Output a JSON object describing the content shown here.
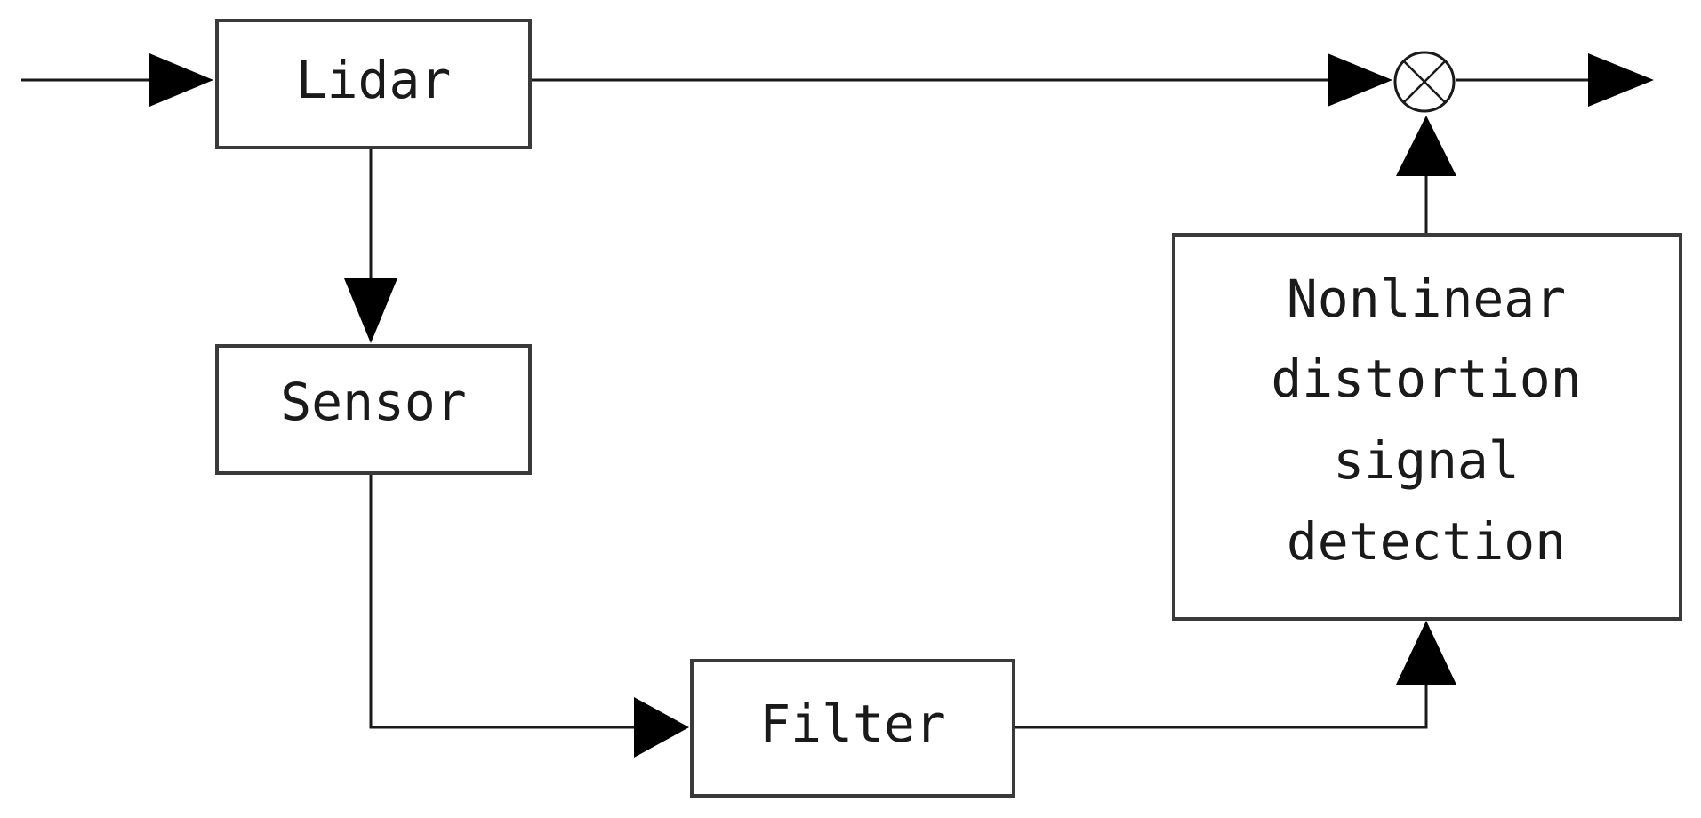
{
  "diagram": {
    "blocks": {
      "lidar": {
        "label": "Lidar"
      },
      "sensor": {
        "label": "Sensor"
      },
      "filter": {
        "label": "Filter"
      },
      "detection": {
        "lines": [
          "Nonlinear",
          "distortion",
          "signal",
          "detection"
        ]
      }
    },
    "mixer": {
      "symbol": "multiplier-cross-circle"
    },
    "connections": [
      {
        "from": "input",
        "to": "lidar"
      },
      {
        "from": "lidar",
        "to": "mixer"
      },
      {
        "from": "lidar",
        "to": "sensor"
      },
      {
        "from": "sensor",
        "to": "filter"
      },
      {
        "from": "filter",
        "to": "detection"
      },
      {
        "from": "detection",
        "to": "mixer"
      },
      {
        "from": "mixer",
        "to": "output"
      }
    ]
  }
}
